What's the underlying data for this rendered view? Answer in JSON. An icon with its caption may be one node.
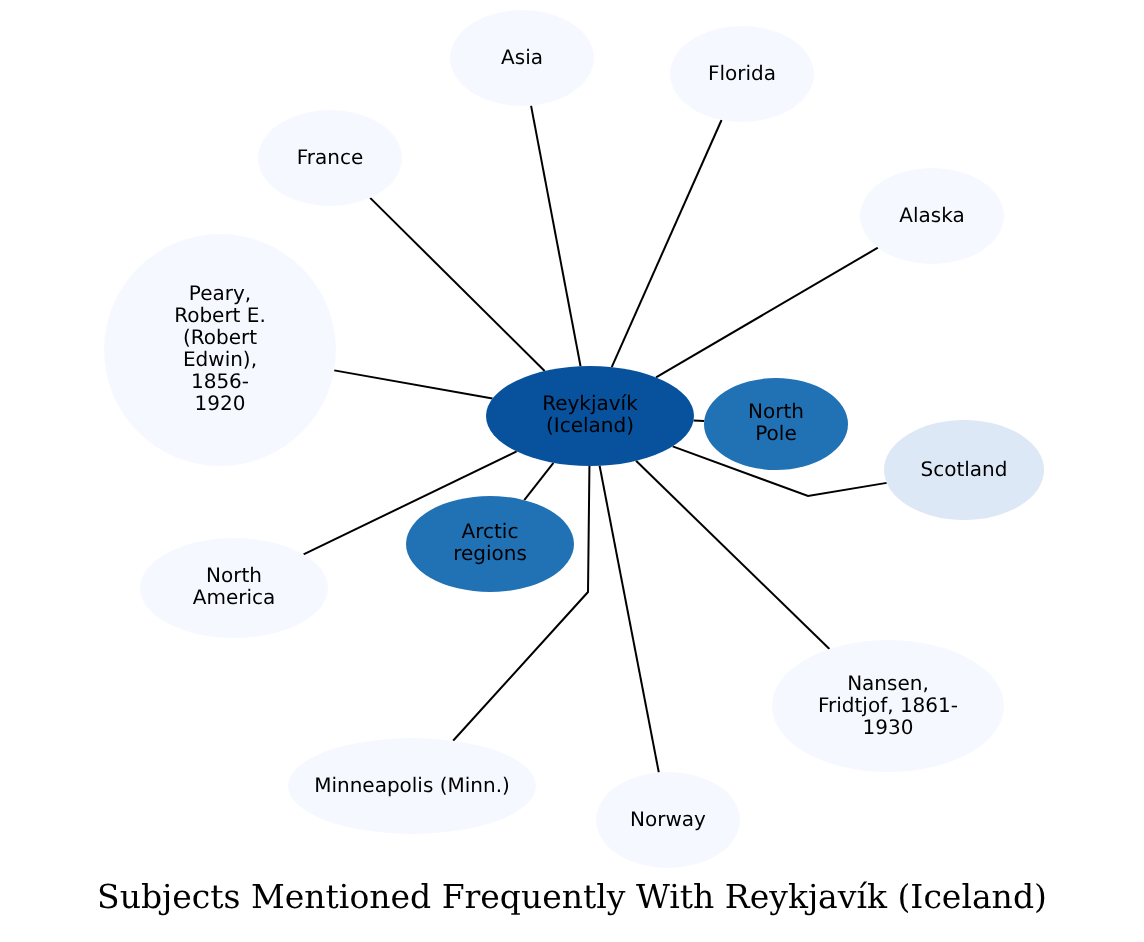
{
  "diagram": {
    "title": "Subjects Mentioned Frequently With Reykjavík (Iceland)",
    "nodes": [
      {
        "text": [
          "Asia"
        ]
      },
      {
        "text": [
          "Florida"
        ]
      },
      {
        "text": [
          "France"
        ]
      },
      {
        "text": [
          "Alaska"
        ]
      },
      {
        "text": [
          "Peary, Robert E. (Robert Edwin), 1856-1920"
        ]
      },
      {
        "text": [
          "Reykjavík (Iceland)"
        ]
      },
      {
        "text": [
          "North Pole"
        ]
      },
      {
        "text": [
          "Scotland"
        ]
      },
      {
        "text": [
          "Arctic regions"
        ]
      },
      {
        "text": [
          "North America"
        ]
      },
      {
        "text": [
          "Nansen, Fridtjof, 1861-1930"
        ]
      },
      {
        "text": [
          "Minneapolis (Minn.)"
        ]
      },
      {
        "text": [
          "Norway"
        ]
      }
    ],
    "edges": [
      {
        "from": 5,
        "to": 0,
        "arrow": "none"
      },
      {
        "from": 5,
        "to": 1,
        "arrow": "none"
      },
      {
        "from": 5,
        "to": 2,
        "arrow": "none"
      },
      {
        "from": 5,
        "to": 3,
        "arrow": "none"
      },
      {
        "from": 5,
        "to": 4,
        "arrow": "none"
      },
      {
        "from": 5,
        "to": 6,
        "arrow": "none"
      },
      {
        "from": 5,
        "to": 7,
        "arrow": "none"
      },
      {
        "from": 5,
        "to": 8,
        "arrow": "none"
      },
      {
        "from": 5,
        "to": 9,
        "arrow": "none"
      },
      {
        "from": 5,
        "to": 10,
        "arrow": "none"
      },
      {
        "from": 5,
        "to": 11,
        "arrow": "none"
      },
      {
        "from": 5,
        "to": 12,
        "arrow": "none"
      }
    ]
  }
}
